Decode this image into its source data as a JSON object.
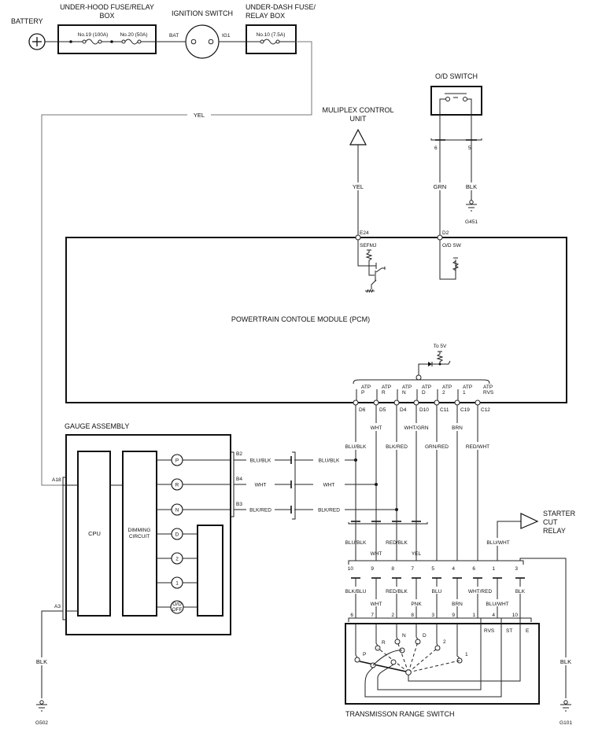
{
  "power": {
    "battery_label": "BATTERY",
    "underhood_title_1": "UNDER-HOOD FUSE/RELAY",
    "underhood_title_2": "BOX",
    "fuse_19": "No.19 (100A)",
    "fuse_20": "No.20 (50A)",
    "ignition_title": "IGNITION SWITCH",
    "ign_bat": "BAT",
    "ign_ig1": "IG1",
    "underdash_title_1": "UNDER-DASH FUSE/",
    "underdash_title_2": "RELAY BOX",
    "fuse_10": "No.10 (7.5A)",
    "feed_wire": "YEL"
  },
  "multiplex": {
    "title_1": "MULIPLEX CONTROL",
    "title_2": "UNIT",
    "wire": "YEL",
    "pin": "E24"
  },
  "od_switch": {
    "title": "O/D SWITCH",
    "pin_left": "6",
    "pin_right": "5",
    "wire_left": "GRN",
    "wire_right": "BLK",
    "ground": "G451",
    "pcm_pin": "D2"
  },
  "pcm": {
    "title": "POWERTRAIN CONTOLE MODULE (PCM)",
    "sefmj_label": "SEFMJ",
    "odsw_label": "O/D SW",
    "pullup_label": "To 5V",
    "atp_inputs": [
      {
        "l1": "ATP",
        "l2": "P",
        "pin": "D6"
      },
      {
        "l1": "ATP",
        "l2": "R",
        "pin": "D5"
      },
      {
        "l1": "ATP",
        "l2": "N",
        "pin": "D4"
      },
      {
        "l1": "ATP",
        "l2": "D",
        "pin": "D10"
      },
      {
        "l1": "ATP",
        "l2": "2",
        "pin": "C11"
      },
      {
        "l1": "ATP",
        "l2": "1",
        "pin": "C19"
      },
      {
        "l1": "ATP",
        "l2": "RVS",
        "pin": "C12"
      }
    ],
    "wire_colors_upper": [
      "BLU/BLK",
      "WHT",
      "BLK/RED",
      "WHT/GRN",
      "GRN/RED",
      "BRN",
      "RED/WHT"
    ]
  },
  "gauge": {
    "title": "GAUGE ASSEMBLY",
    "cpu": "CPU",
    "dimming_1": "DIMMING",
    "dimming_2": "CIRCUIT",
    "indicators": [
      "P",
      "R",
      "N",
      "D",
      "2",
      "1"
    ],
    "odoff_1": "O/D",
    "odoff_2": "OFF",
    "pin_a18": "A18",
    "pin_a3": "A3",
    "pin_b2": "B2",
    "pin_b4": "B4",
    "pin_b3": "B3",
    "out_wires": [
      "BLU/BLK",
      "WHT",
      "BLK/RED"
    ],
    "ground_wire": "BLK",
    "ground": "G502"
  },
  "connector": {
    "lower_wires_row1": [
      "BLU/BLK",
      "RED/BLK"
    ],
    "lower_wires_row2": [
      "WHT",
      "YEL"
    ],
    "pins_top": [
      "10",
      "9",
      "8",
      "7",
      "5",
      "4",
      "6",
      "1",
      "3"
    ],
    "starter_wire": "BLU/WHT",
    "starter_1": "STARTER",
    "starter_2": "CUT",
    "starter_3": "RELAY",
    "trs_wires_row1": [
      "BLK/BLU",
      "RED/BLK",
      "BLU",
      "WHT/RED",
      "BLK"
    ],
    "trs_wires_row2": [
      "WHT",
      "PNK",
      "BRN",
      "BLU/WHT"
    ],
    "pins_bottom": [
      "6",
      "7",
      "2",
      "8",
      "3",
      "9",
      "1",
      "4",
      "10"
    ]
  },
  "trs": {
    "title": "TRANSMISSON RANGE SWITCH",
    "positions": [
      "P",
      "R",
      "N",
      "D",
      "2",
      "1"
    ],
    "terminals": [
      "RVS",
      "ST",
      "E"
    ],
    "ground_wire": "BLK",
    "ground": "G101"
  }
}
